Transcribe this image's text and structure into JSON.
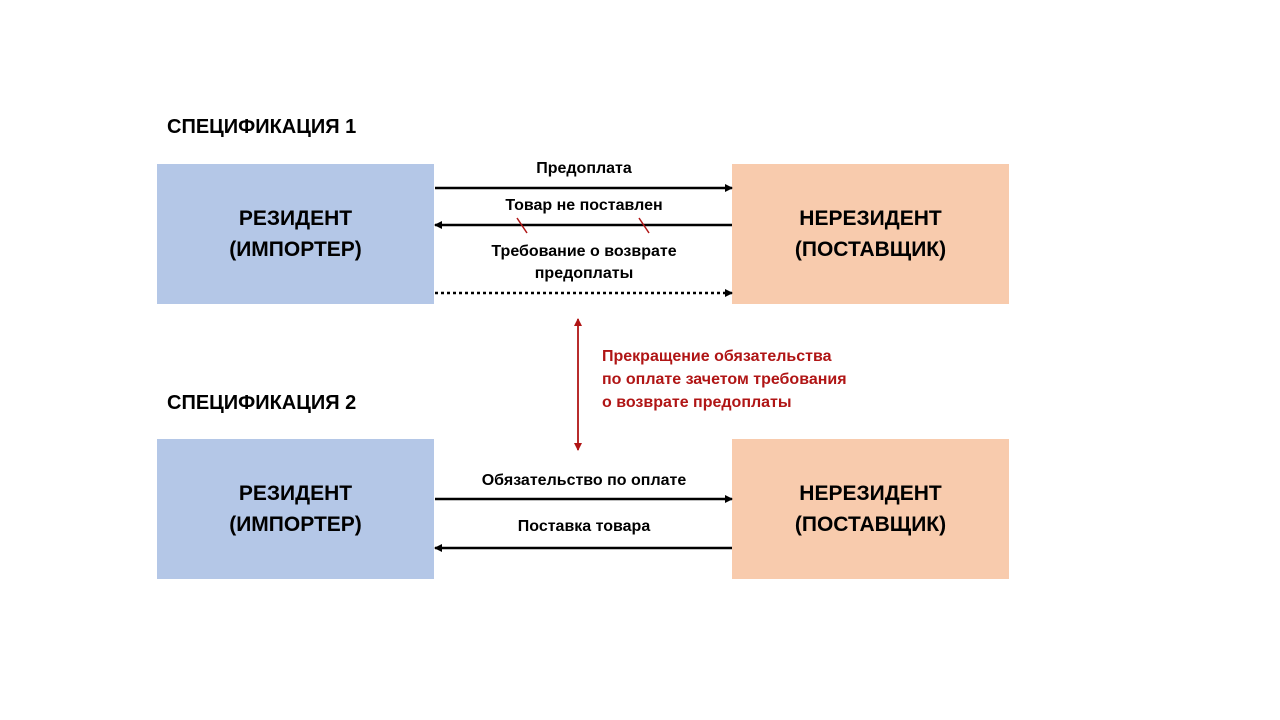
{
  "spec1": {
    "title": "СПЕЦИФИКАЦИЯ 1",
    "resident": "РЕЗИДЕНТ\n(ИМПОРТЕР)",
    "nonresident": "НЕРЕЗИДЕНТ\n(ПОСТАВЩИК)",
    "arrows": [
      "Предоплата",
      "Товар не поставлен",
      "Требование о возврате\nпредоплаты"
    ]
  },
  "spec2": {
    "title": "СПЕЦИФИКАЦИЯ 2",
    "resident": "РЕЗИДЕНТ\n(ИМПОРТЕР)",
    "nonresident": "НЕРЕЗИДЕНТ\n(ПОСТАВЩИК)",
    "arrows": [
      "Обязательство по оплате",
      "Поставка товара"
    ]
  },
  "offset_note": "Прекращение обязательства\nпо оплате зачетом требования\nо возврате предоплаты",
  "colors": {
    "resident": "#b4c7e7",
    "nonresident": "#f8cbad",
    "accent": "#b01515"
  }
}
